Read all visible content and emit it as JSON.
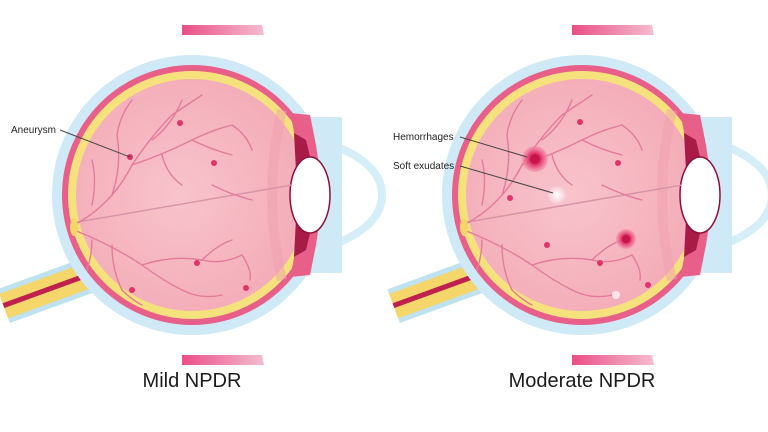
{
  "panels": [
    {
      "caption": "Mild NPDR",
      "annotations": [
        "Aneurysm"
      ]
    },
    {
      "caption": "Moderate NPDR",
      "annotations": [
        "Hemorrhages",
        "Soft exudates"
      ]
    }
  ],
  "colors": {
    "sclera": "#bfe2f3",
    "sclera_outline": "#d6eef8",
    "choroid": "#e8608a",
    "retina_yellow": "#f6e27c",
    "vitreous": "#f6b8c1",
    "vessel": "#e57a9c",
    "muscle": "#ea4f86",
    "ciliary": "#b0204f",
    "lens": "#ffffff",
    "optic_nerve": "#f4d66a",
    "hemorrhage": "#e22e5e",
    "exudate": "#fbe4ea"
  }
}
